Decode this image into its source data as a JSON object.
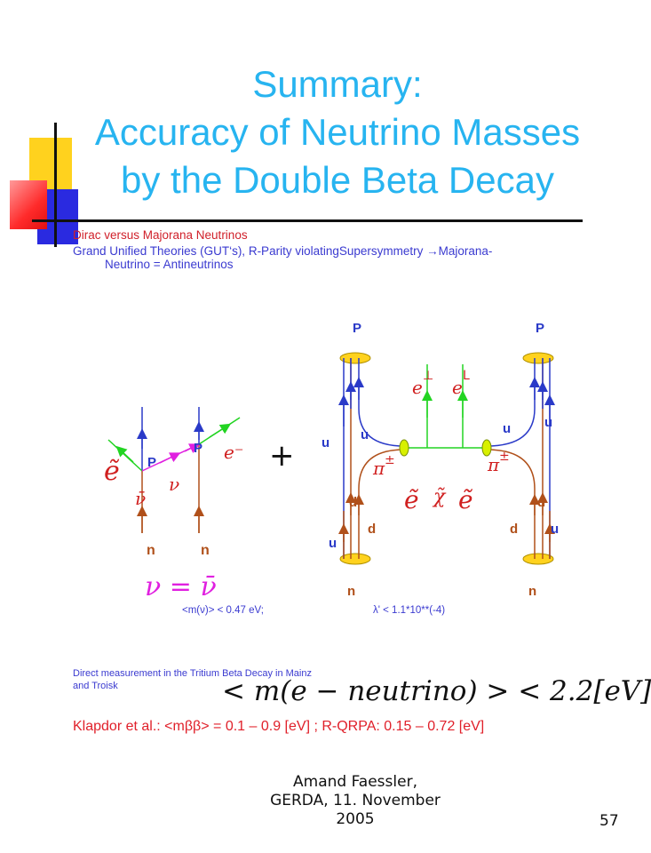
{
  "title": {
    "line1": "Summary:",
    "line2": "Accuracy of Neutrino Masses",
    "line3": "by the Double Beta Decay"
  },
  "bullets": {
    "b1": "Dirac  versus Majorana Neutrinos",
    "b2_line1": "Grand Unified Theories (GUT‘s), R-Parity violatingSupersymmetry →Majorana-",
    "b2_line2": "Neutrino = Antineutrinos"
  },
  "diagram": {
    "left": {
      "label_p1": "P",
      "label_p2": "P",
      "label_n1": "n",
      "label_n2": "n",
      "e_minus": "e⁻",
      "e_tilde": "ẽ",
      "nu": "ν",
      "nu_bar": "ν̄",
      "equation": "ν = ν̄",
      "limit": "<m(ν)> < 0.47 eV;"
    },
    "plus": "+",
    "right": {
      "label_P_left": "P",
      "label_P_right": "P",
      "label_n_left": "n",
      "label_n_right": "n",
      "e_L1": "e",
      "e_L2": "e",
      "pi_left": "π",
      "pi_right": "π",
      "e_tilde_left": "ẽ",
      "chi_tilde": "χ̃",
      "e_tilde_right": "ẽ",
      "quark_u": "u",
      "quark_d": "d",
      "limit": "λ' < 1.1*10**(-4)"
    }
  },
  "direct_measurement": {
    "line1": "Direct measurement in the  Tritium Beta Decay in Mainz",
    "line2": "and Troisk"
  },
  "formula": "< m(e − neutrino) >   < 2.2[eV]",
  "klapdor": {
    "name": "Klapdor et al.: ",
    "text": "<mββ> = 0.1 – 0.9 [eV] ; R-QRPA: 0.15 – 0.72 [eV]"
  },
  "footer": {
    "line1": "Amand Faessler,",
    "line2": "GERDA, 11. November",
    "line3": "2005"
  },
  "page_number": "57",
  "colors": {
    "title": "#27b4f0",
    "red_text": "#e0202a",
    "blue_text": "#3a3ad0",
    "line_blue": "#2a3ac8",
    "line_brown": "#b0501a",
    "line_green": "#22d422",
    "line_magenta": "#e020e0",
    "blob_yellow": "#ffd21e"
  }
}
